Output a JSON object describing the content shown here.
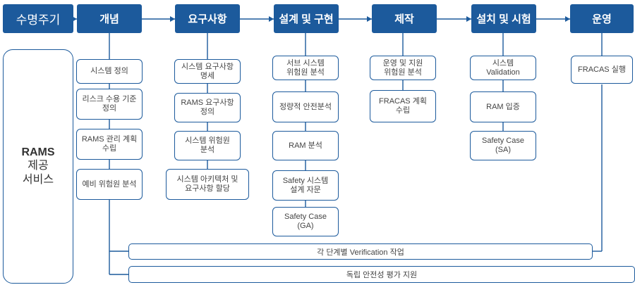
{
  "lifecycle_header": "수명주기",
  "service_label": {
    "line1": "RAMS",
    "line2": "제공",
    "line3": "서비스"
  },
  "phases": [
    {
      "title": "개념",
      "items": [
        "시스템 정의",
        "리스크 수용 기준\n정의",
        "RAMS 관리 계획\n수립",
        "예비 위험원 분석"
      ]
    },
    {
      "title": "요구사항",
      "items": [
        "시스템 요구사항\n명세",
        "RAMS 요구사항\n정의",
        "시스템 위험원\n분석",
        "시스템 아키텍처 및\n요구사항 할당"
      ]
    },
    {
      "title": "설계 및 구현",
      "items": [
        "서브 시스템\n위험원 분석",
        "정량적 안전분석",
        "RAM 분석",
        "Safety 시스템\n설계 자문",
        "Safety Case\n(GA)"
      ]
    },
    {
      "title": "제작",
      "items": [
        "운영 및 지원\n위험원 분석",
        "FRACAS 계획\n수립"
      ]
    },
    {
      "title": "설치 및 시험",
      "items": [
        "시스템\nValidation",
        "RAM 입증",
        "Safety Case\n(SA)"
      ]
    },
    {
      "title": "운영",
      "items": [
        "FRACAS 실행"
      ]
    }
  ],
  "bars": [
    {
      "label": "각 단계별 Verification 작업"
    },
    {
      "label": "독립 안전성 평가 지원"
    }
  ],
  "colors": {
    "accent": "#1c5a9c",
    "box_border": "#1c5a9c",
    "text": "#444444"
  }
}
